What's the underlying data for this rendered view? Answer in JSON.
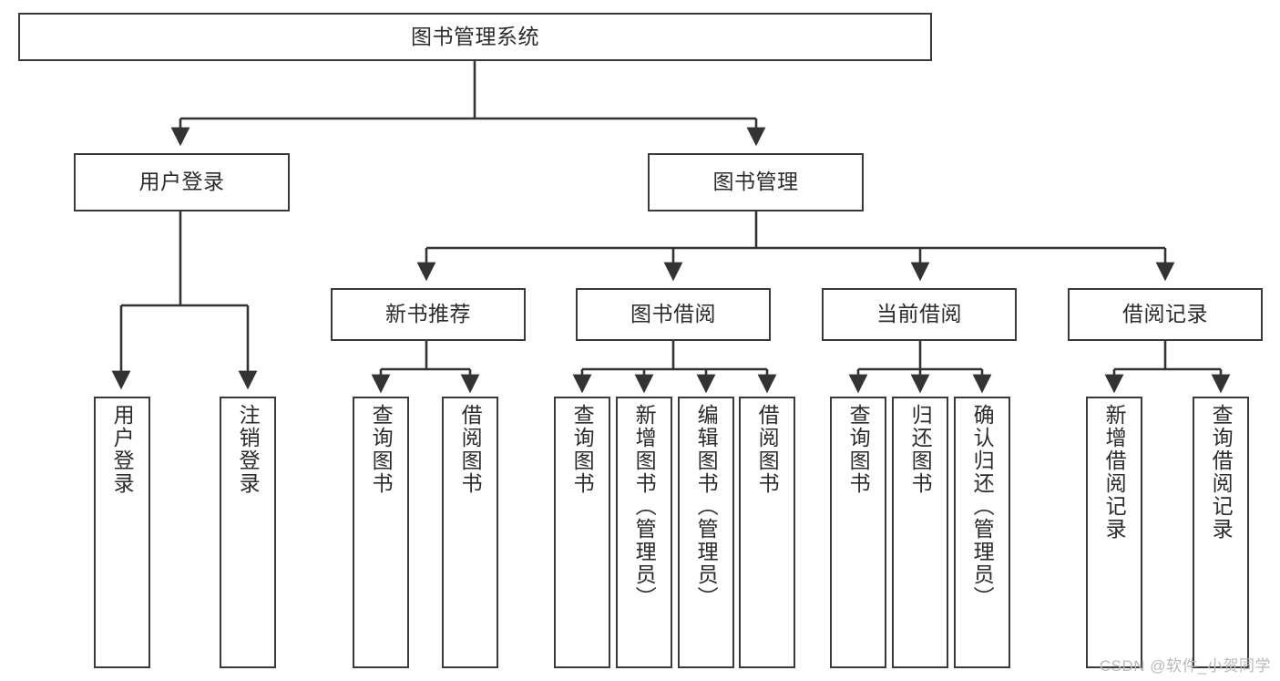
{
  "diagram": {
    "title": "图书管理系统",
    "type": "hierarchy-tree",
    "watermark": "CSDN @软件_小贺同学",
    "colors": {
      "box_border": "#3a3a3a",
      "box_fill": "#ffffff",
      "edge": "#333333",
      "text": "#2b2b2b",
      "watermark": "#b9b9b9",
      "background": "#ffffff"
    },
    "nodes": {
      "root": {
        "label": "图书管理系统"
      },
      "level2": [
        {
          "id": "user-login",
          "label": "用户登录"
        },
        {
          "id": "book-management",
          "label": "图书管理"
        }
      ],
      "level3": [
        {
          "id": "new-book-recommend",
          "label": "新书推荐"
        },
        {
          "id": "book-borrow",
          "label": "图书借阅"
        },
        {
          "id": "current-borrow",
          "label": "当前借阅"
        },
        {
          "id": "borrow-record",
          "label": "借阅记录"
        }
      ],
      "leaves": {
        "user_login": [
          {
            "id": "leaf-user-login",
            "label": "用户登录"
          },
          {
            "id": "leaf-logout-login",
            "label": "注销登录"
          }
        ],
        "new_book_recommend": [
          {
            "id": "leaf-query-book-1",
            "label": "查询图书"
          },
          {
            "id": "leaf-borrow-book-1",
            "label": "借阅图书"
          }
        ],
        "book_borrow": [
          {
            "id": "leaf-query-book-2",
            "label": "查询图书"
          },
          {
            "id": "leaf-add-book",
            "label": "新增图书（管理员）"
          },
          {
            "id": "leaf-edit-book",
            "label": "编辑图书（管理员）"
          },
          {
            "id": "leaf-borrow-book-2",
            "label": "借阅图书"
          }
        ],
        "current_borrow": [
          {
            "id": "leaf-query-book-3",
            "label": "查询图书"
          },
          {
            "id": "leaf-return-book",
            "label": "归还图书"
          },
          {
            "id": "leaf-confirm-return",
            "label": "确认归还（管理员）"
          }
        ],
        "borrow_record": [
          {
            "id": "leaf-add-record",
            "label": "新增借阅记录"
          },
          {
            "id": "leaf-query-record",
            "label": "查询借阅记录"
          }
        ]
      }
    }
  }
}
